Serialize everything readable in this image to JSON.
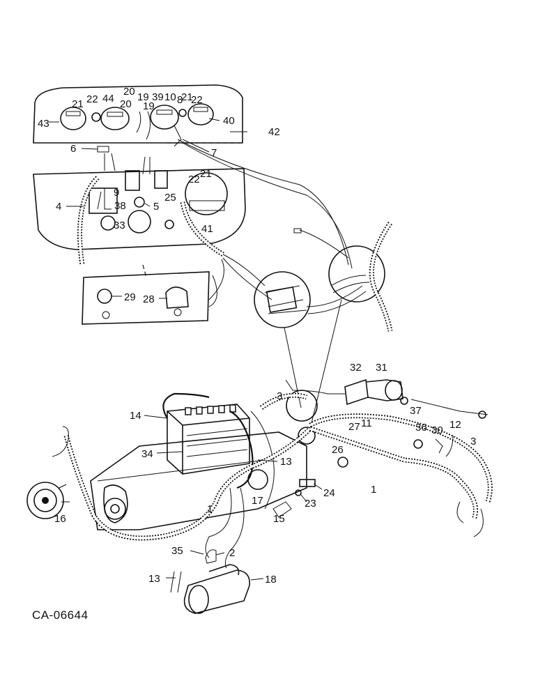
{
  "diagram": {
    "figure_code": "CA-06644",
    "callouts": [
      {
        "id": "c43",
        "text": "43"
      },
      {
        "id": "c21a",
        "text": "21"
      },
      {
        "id": "c22a",
        "text": "22"
      },
      {
        "id": "c44",
        "text": "44"
      },
      {
        "id": "c20a",
        "text": "20"
      },
      {
        "id": "c20b",
        "text": "20"
      },
      {
        "id": "c19a",
        "text": "19"
      },
      {
        "id": "c19b",
        "text": "19"
      },
      {
        "id": "c39",
        "text": "39"
      },
      {
        "id": "c10",
        "text": "10"
      },
      {
        "id": "c8",
        "text": "8"
      },
      {
        "id": "c21b",
        "text": "21"
      },
      {
        "id": "c22b",
        "text": "22"
      },
      {
        "id": "c40",
        "text": "40"
      },
      {
        "id": "c42",
        "text": "42"
      },
      {
        "id": "c7",
        "text": "7"
      },
      {
        "id": "c6",
        "text": "6"
      },
      {
        "id": "c4",
        "text": "4"
      },
      {
        "id": "c9",
        "text": "9"
      },
      {
        "id": "c38",
        "text": "38"
      },
      {
        "id": "c5",
        "text": "5"
      },
      {
        "id": "c25",
        "text": "25"
      },
      {
        "id": "c22c",
        "text": "22"
      },
      {
        "id": "c21c",
        "text": "21"
      },
      {
        "id": "c33",
        "text": "33"
      },
      {
        "id": "c41",
        "text": "41"
      },
      {
        "id": "c29",
        "text": "29"
      },
      {
        "id": "c28",
        "text": "28"
      },
      {
        "id": "c32",
        "text": "32"
      },
      {
        "id": "c31",
        "text": "31"
      },
      {
        "id": "c3a",
        "text": "3"
      },
      {
        "id": "c37",
        "text": "37"
      },
      {
        "id": "c11",
        "text": "11"
      },
      {
        "id": "c27",
        "text": "27"
      },
      {
        "id": "c36",
        "text": "36"
      },
      {
        "id": "c30",
        "text": "30"
      },
      {
        "id": "c12",
        "text": "12"
      },
      {
        "id": "c3b",
        "text": "3"
      },
      {
        "id": "c14",
        "text": "14"
      },
      {
        "id": "c34",
        "text": "34"
      },
      {
        "id": "c13a",
        "text": "13"
      },
      {
        "id": "c26",
        "text": "26"
      },
      {
        "id": "c1a",
        "text": "1"
      },
      {
        "id": "c1b",
        "text": "1"
      },
      {
        "id": "c17",
        "text": "17"
      },
      {
        "id": "c24",
        "text": "24"
      },
      {
        "id": "c23",
        "text": "23"
      },
      {
        "id": "c15",
        "text": "15"
      },
      {
        "id": "c16",
        "text": "16"
      },
      {
        "id": "c35",
        "text": "35"
      },
      {
        "id": "c2",
        "text": "2"
      },
      {
        "id": "c13b",
        "text": "13"
      },
      {
        "id": "c18",
        "text": "18"
      }
    ]
  }
}
